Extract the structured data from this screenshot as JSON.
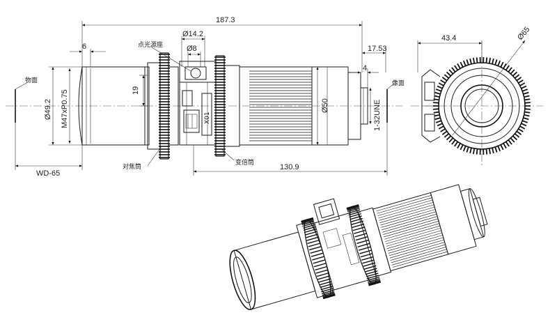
{
  "dimensions": {
    "overall_length": "187.3",
    "pinhole_outer_dia": "Ø14.2",
    "pinhole_inner_dia": "Ø8",
    "front_step": "6",
    "rear_step": "17.53",
    "rear_small": "4",
    "front_dia": "Ø49.2",
    "front_thread": "M47xP0.75",
    "gear_offset": "19",
    "barrel_dia": "Ø50",
    "mount_thread": "1-32UNE",
    "working_distance": "WD-65",
    "rear_length": "130.9",
    "end_width": "43.4",
    "end_dia": "Ø65"
  },
  "labels": {
    "object_plane": "物面",
    "image_plane": "像面",
    "point_source": "点光源座",
    "focus_ring": "对焦筒",
    "zoom_ring": "变倍筒",
    "marking": "X01"
  }
}
